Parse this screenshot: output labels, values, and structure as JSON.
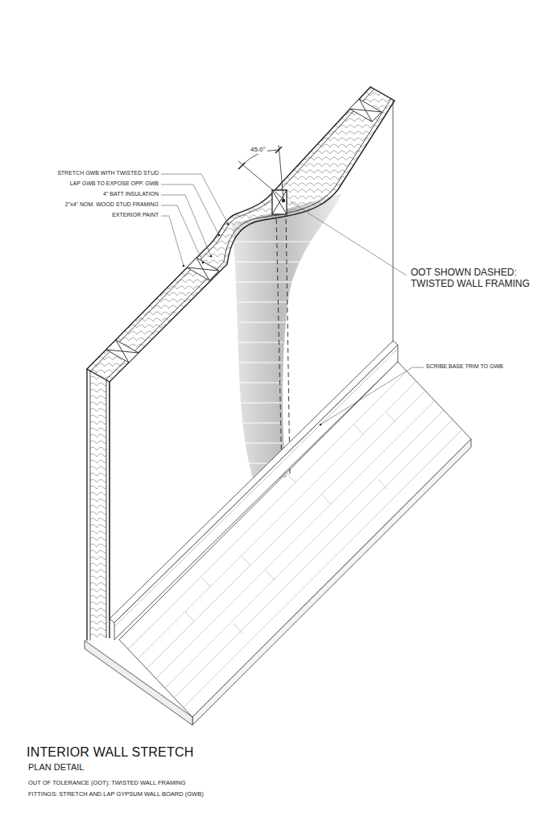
{
  "diagram": {
    "title": "INTERIOR WALL STRETCH",
    "labels": [
      "STRETCH GWB WITH TWISTED STUD",
      "LAP GWB TO EXPOSE OPP. GWB",
      "4\" BATT INSULATION",
      "2\"x4\" NOM. WOOD STUD FRAMING",
      "EXTERIOR PAINT",
      "45.0°",
      "OOT SHOWN DASHED: TWISTED WALL FRAMING",
      "SCRIBE BASE TRIM TO GWB",
      "PLAN DETAIL",
      "OUT OF TOLERANCE (OOT): TWISTED WALL FRAMING",
      "FITTINGS: STRETCH AND LAP GYPSUM WALL BOARD (GWB)"
    ]
  }
}
